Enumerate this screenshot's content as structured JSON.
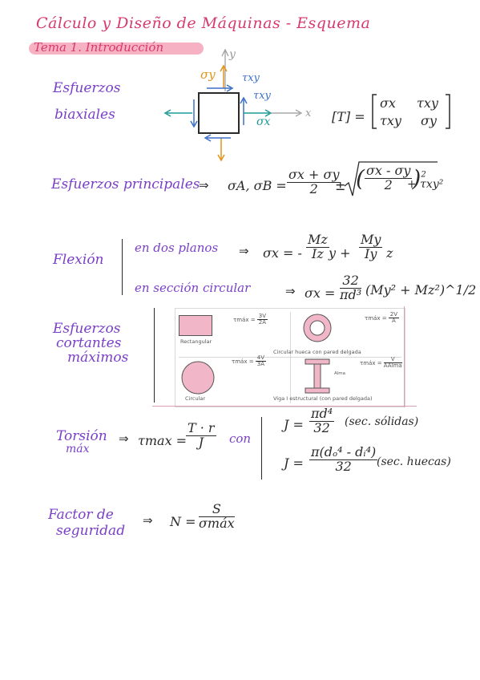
{
  "title": "Cálculo y Diseño de Máquinas - Esquema",
  "tema": "Tema 1. Introducción",
  "colors": {
    "pink": "#d63a6e",
    "purple": "#7a3fc8",
    "highlight": "#f6b2c3",
    "ink": "#2a2a2a",
    "blue": "#3a6fc8",
    "teal": "#1d9a95",
    "orange": "#e0951a",
    "shape": "#f2b6c9"
  },
  "esfuerzos_biaxiales": {
    "label_1": "Esfuerzos",
    "label_2": "biaxiales",
    "sigma_y": "σy",
    "y_axis": "y",
    "tau_xy_top": "τxy",
    "tau_xy_right": "τxy",
    "sigma_x": "σx",
    "x_axis": "x",
    "matrix_lhs": "[T] =",
    "m11": "σx",
    "m12": "τxy",
    "m21": "τxy",
    "m22": "σy"
  },
  "principales": {
    "label": "Esfuerzos principales",
    "lhs": "σA, σB =",
    "num": "σx + σy",
    "den": "2",
    "pm": "±",
    "rad_num": "σx - σy",
    "rad_den": "2",
    "rad_exp": "2",
    "rad_tail": "+ τxy²"
  },
  "flexion": {
    "label": "Flexión",
    "case1": "en dos planos",
    "case1_lhs": "σx = -",
    "case1_n1": "Mz",
    "case1_d1": "Iz",
    "case1_v1": "y +",
    "case1_n2": "My",
    "case1_d2": "Iy",
    "case1_v2": "z",
    "case2": "en sección circular",
    "case2_lhs": "σx =",
    "case2_num": "32",
    "case2_den": "πd³",
    "case2_tail": "(My² + Mz²)^1/2"
  },
  "cortantes": {
    "label_1": "Esfuerzos",
    "label_2": "cortantes",
    "label_3": "máximos",
    "cells": [
      {
        "title": "Rectangular",
        "tau": "τmáx =",
        "num": "3V",
        "den": "2A"
      },
      {
        "title": "Circular hueca con pared delgada",
        "tau": "τmáx =",
        "num": "2V",
        "den": "A"
      },
      {
        "title": "Circular",
        "tau": "τmáx =",
        "num": "4V",
        "den": "3A"
      },
      {
        "title": "Viga I estructural (con pared delgada)",
        "tau": "τmáx =",
        "num": "V",
        "den": "AAlma",
        "web": "Alma"
      }
    ]
  },
  "torsion": {
    "label_1": "Torsión",
    "label_2": "máx",
    "lhs": "τmax =",
    "num": "T · r",
    "den": "J",
    "con": "con",
    "j1_lhs": "J =",
    "j1_num": "πd⁴",
    "j1_den": "32",
    "j1_note": "(sec. sólidas)",
    "j2_lhs": "J =",
    "j2_num": "π(dₒ⁴ - dᵢ⁴)",
    "j2_den": "32",
    "j2_note": "(sec. huecas)"
  },
  "seguridad": {
    "label_1": "Factor de",
    "label_2": "seguridad",
    "lhs": "N =",
    "num": "S",
    "den": "σmáx"
  }
}
